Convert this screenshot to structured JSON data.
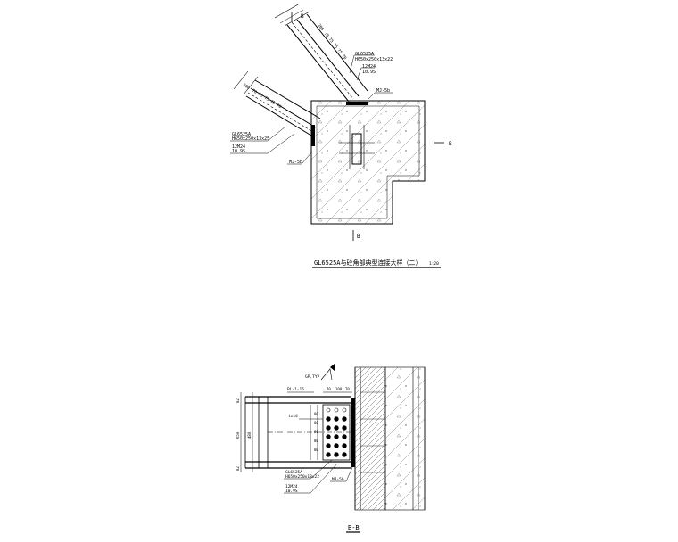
{
  "top_detail": {
    "section_marks": [
      "B",
      "B",
      "B"
    ],
    "upper_brace": {
      "dims": [
        "200",
        "70",
        "75",
        "75",
        "75",
        "70"
      ],
      "labels": [
        "GL6525A",
        "H650x250x13x22",
        "12M24",
        "10.9S"
      ]
    },
    "lower_brace": {
      "dims": [
        "200",
        "70",
        "75",
        "75",
        "75",
        "70"
      ],
      "labels": [
        "GL6525A",
        "H650x250x13x25",
        "12M24",
        "10.9S"
      ]
    },
    "embed_labels": [
      "MJ-5b",
      "MJ-5b"
    ],
    "title": "GL6525A与砼角部典型连接大样（二）",
    "scale": "1:20"
  },
  "bottom_detail": {
    "weld_note": "GP,TYP",
    "plate_note": "PL-1-16",
    "dims_top": [
      "70",
      "100",
      "70"
    ],
    "plate_thk": "t=14",
    "dims_left": [
      "82",
      "650",
      "480",
      "82"
    ],
    "row_dims": [
      "80",
      "80",
      "80",
      "80",
      "80"
    ],
    "labels": [
      "GL6525A",
      "H650x250x13x22",
      "12M24",
      "10.9S"
    ],
    "embed_label": "MJ-5b",
    "title": "B-B"
  }
}
